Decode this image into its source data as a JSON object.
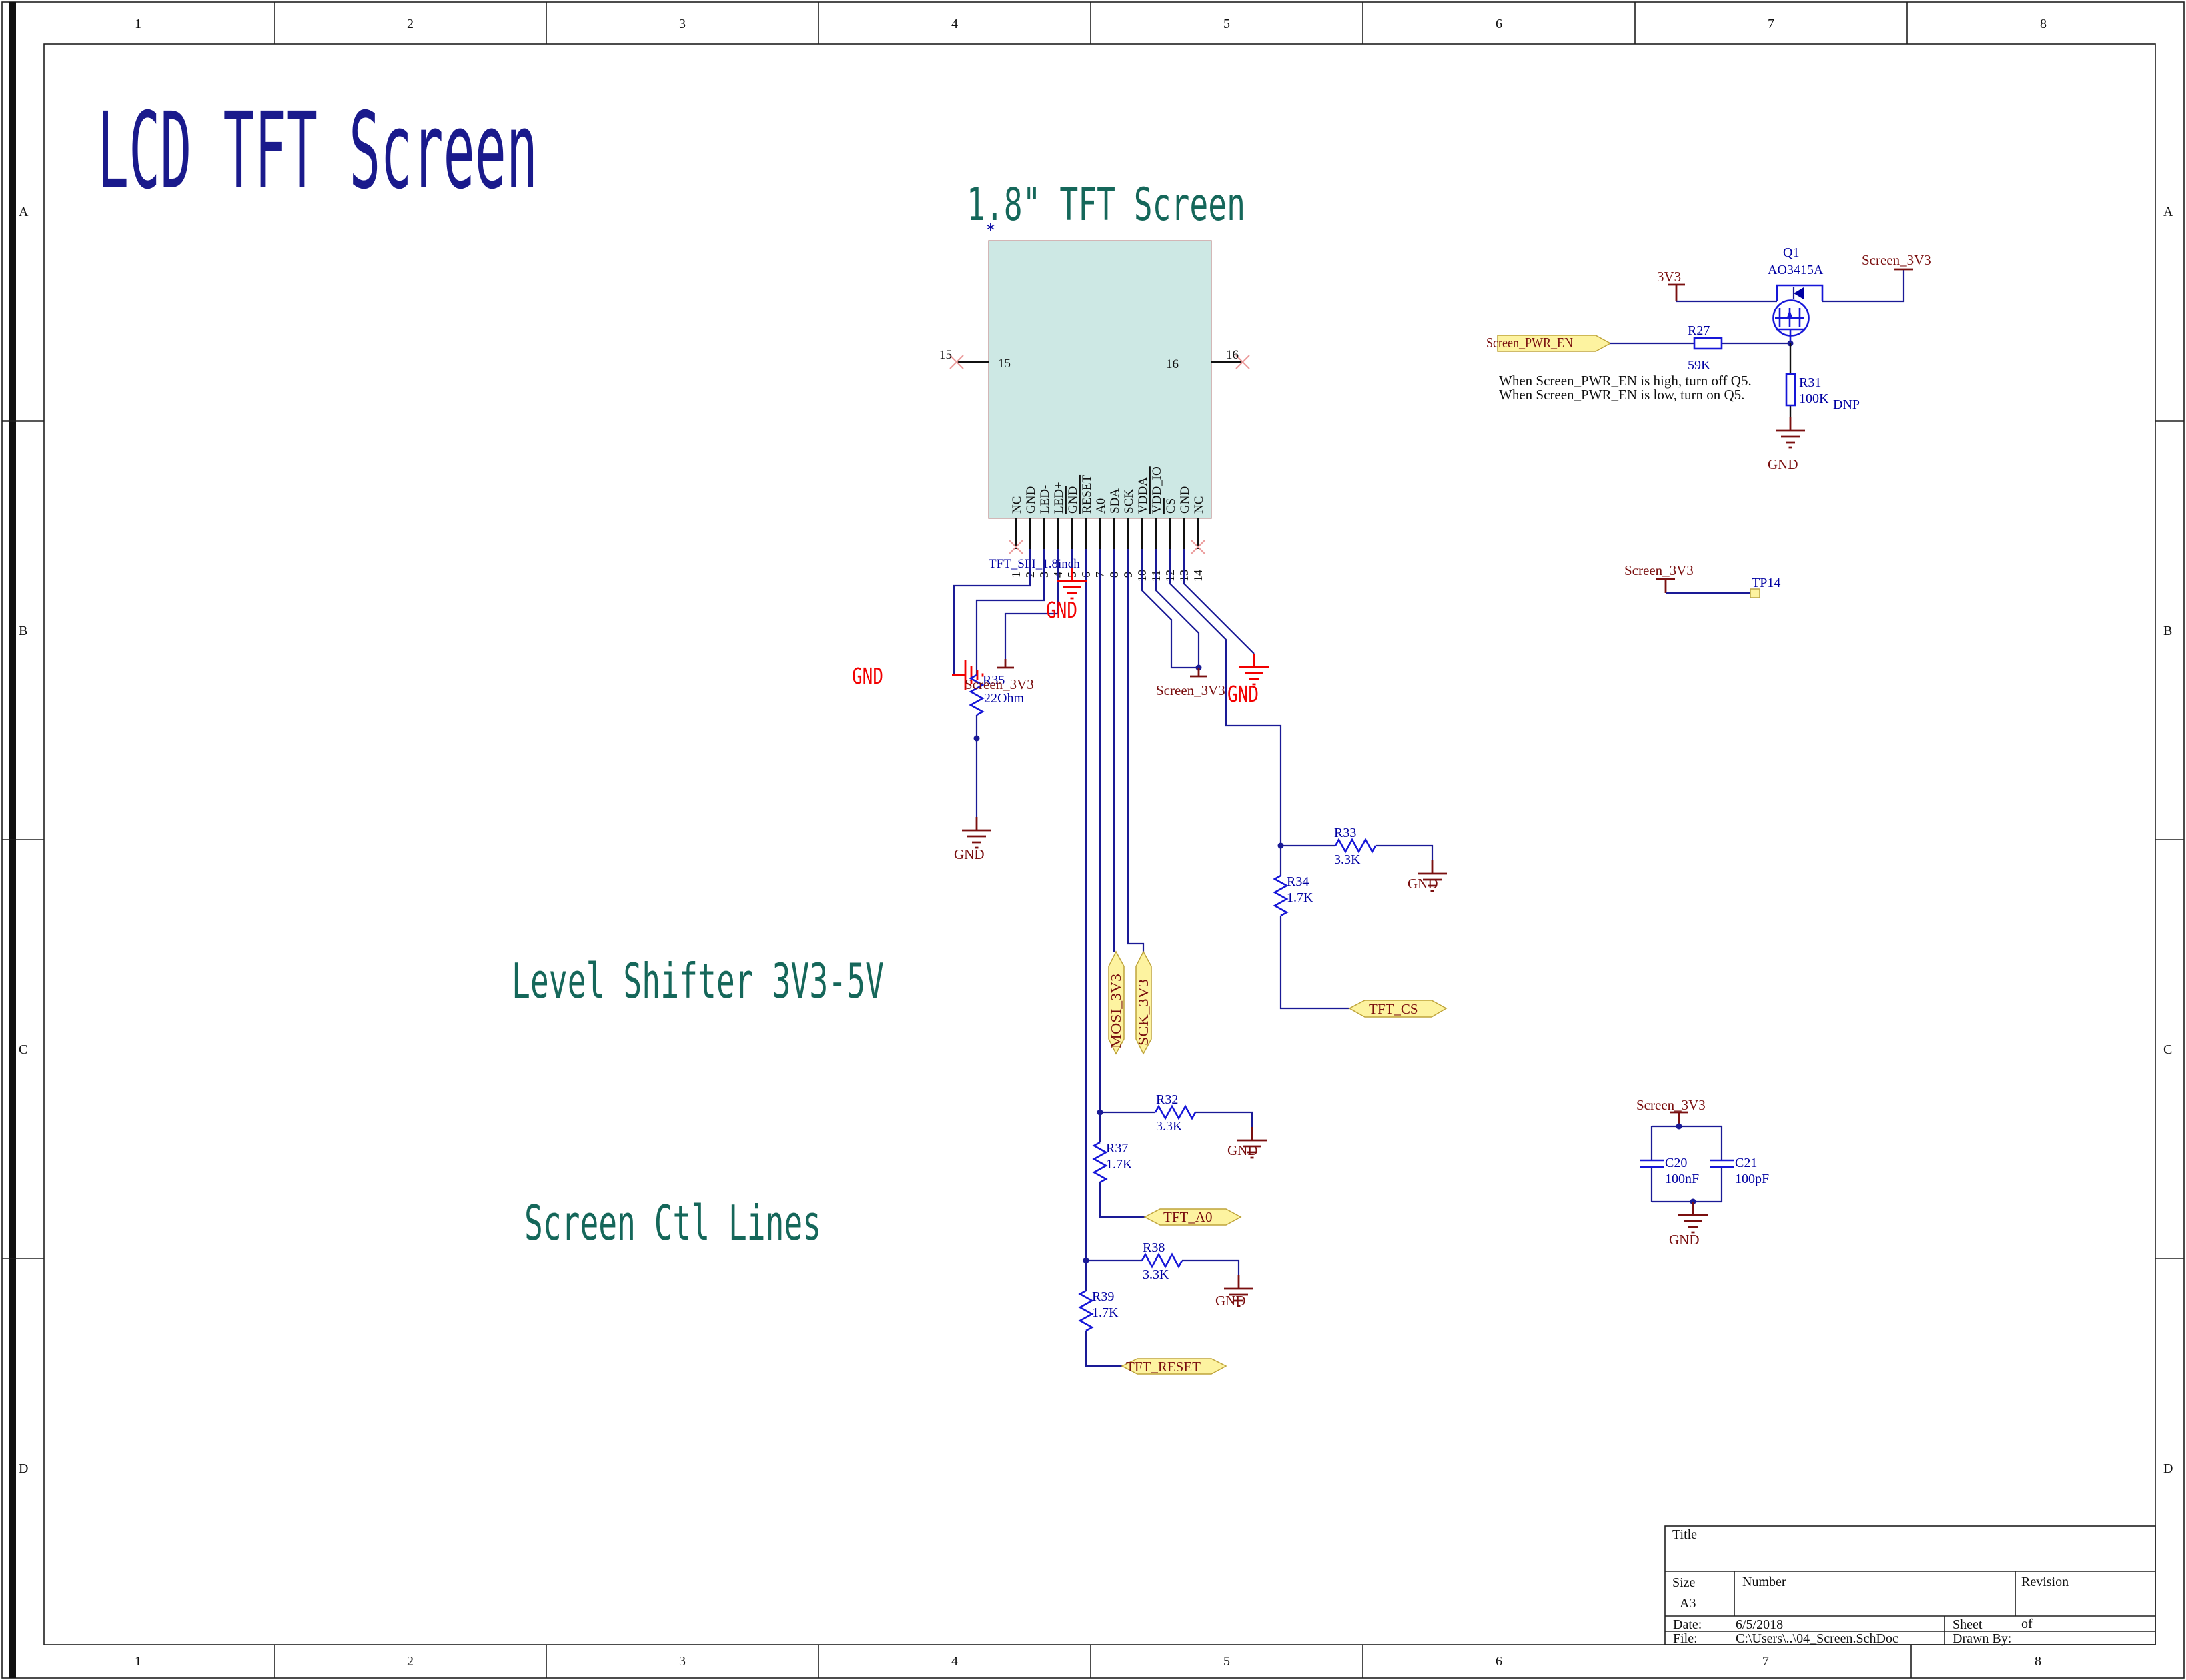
{
  "headings": {
    "sheet_title": "LCD TFT Screen",
    "screen": "1.8\" TFT Screen",
    "level_shifter": "Level Shifter 3V3-5V",
    "screen_ctl": "Screen Ctl Lines"
  },
  "connector": {
    "designator": "TFT_SPI_1.8inch",
    "asterisk": "*",
    "pins": [
      "NC",
      "GND",
      "LED-",
      "LED+",
      "GND",
      "RESET",
      "A0",
      "SDA",
      "SCK",
      "VDDA",
      "VDD_IO",
      "CS",
      "GND",
      "NC"
    ],
    "numbers": [
      "1",
      "2",
      "3",
      "4",
      "5",
      "6",
      "7",
      "8",
      "9",
      "10",
      "11",
      "12",
      "13",
      "14"
    ],
    "p15": "15",
    "p16": "16"
  },
  "parts": {
    "q1": {
      "ref": "Q1",
      "part": "AO3415A"
    },
    "r27": {
      "ref": "R27",
      "val": "59K"
    },
    "r31": {
      "ref": "R31",
      "val": "100K",
      "dnp": "DNP"
    },
    "r35": {
      "ref": "R35",
      "val": "22Ohm"
    },
    "r33": {
      "ref": "R33",
      "val": "3.3K"
    },
    "r34": {
      "ref": "R34",
      "val": "1.7K"
    },
    "r32": {
      "ref": "R32",
      "val": "3.3K"
    },
    "r37": {
      "ref": "R37",
      "val": "1.7K"
    },
    "r38": {
      "ref": "R38",
      "val": "3.3K"
    },
    "r39": {
      "ref": "R39",
      "val": "1.7K"
    },
    "c20": {
      "ref": "C20",
      "val": "100nF"
    },
    "c21": {
      "ref": "C21",
      "val": "100pF"
    },
    "tp14": {
      "ref": "TP14"
    }
  },
  "nets": {
    "gnd": "GND",
    "v33": "3V3",
    "s33": "Screen_3V3",
    "pwren": "Screen_PWR_EN",
    "mosi": "MOSI_3V3",
    "sck": "SCK_3V3",
    "cs": "TFT_CS",
    "a0": "TFT_A0",
    "reset": "TFT_RESET"
  },
  "notes": {
    "line1": "When Screen_PWR_EN is high, turn off Q5.",
    "line2": "When Screen_PWR_EN is low, turn on Q5."
  },
  "frame": {
    "cols": [
      "1",
      "2",
      "3",
      "4",
      "5",
      "6",
      "7",
      "8"
    ],
    "rows": [
      "A",
      "B",
      "C",
      "D"
    ]
  },
  "title_block": {
    "title_label": "Title",
    "size_label": "Size",
    "size_value": "A3",
    "number_label": "Number",
    "revision_label": "Revision",
    "date_label": "Date:",
    "date_value": "6/5/2018",
    "file_label": "File:",
    "file_value": "C:\\Users\\..\\04_Screen.SchDoc",
    "sheet_label": "Sheet",
    "of_label": "of",
    "drawn_label": "Drawn By:"
  },
  "colors": {
    "wire": "#1a1a96",
    "component_blue": "#1616d8",
    "net_maroon": "#7a0f0f",
    "gnd_red": "#f20000",
    "flag_yellow": "#fdf3a0",
    "block_teal": "#cde8e4",
    "designator_navy": "#0000a2",
    "section_green": "#15675a",
    "title_navy": "#1a1a8c"
  }
}
